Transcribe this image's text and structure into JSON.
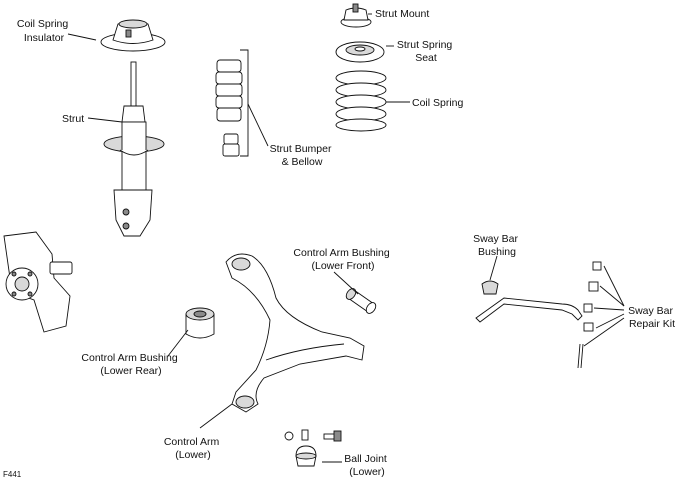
{
  "labels": {
    "coil_spring_insulator": [
      "Coil Spring",
      "Insulator"
    ],
    "strut": "Strut",
    "strut_mount": "Strut Mount",
    "strut_spring_seat": [
      "Strut Spring",
      "Seat"
    ],
    "coil_spring": "Coil Spring",
    "strut_bumper_bellow": [
      "Strut Bumper",
      "& Bellow"
    ],
    "control_arm_bushing_front": [
      "Control Arm Bushing",
      "(Lower Front)"
    ],
    "sway_bar_bushing": [
      "Sway Bar",
      "Bushing"
    ],
    "sway_bar_repair_kit": [
      "Sway Bar",
      "Repair Kit"
    ],
    "control_arm_bushing_rear": [
      "Control Arm Bushing",
      "(Lower Rear)"
    ],
    "control_arm": [
      "Control Arm",
      "(Lower)"
    ],
    "ball_joint": [
      "Ball Joint",
      "(Lower)"
    ]
  },
  "figure_id": "F441"
}
